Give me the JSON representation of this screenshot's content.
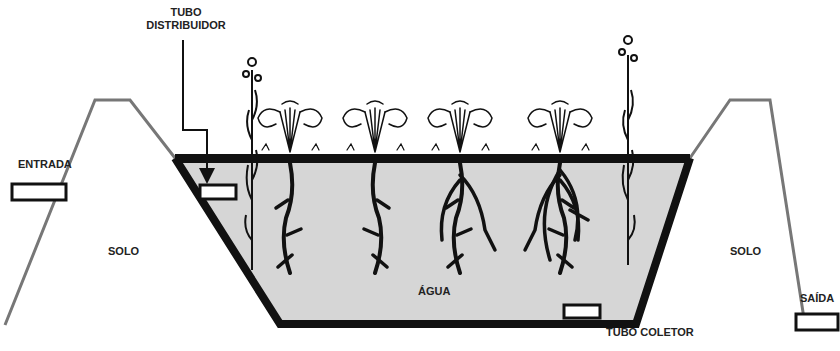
{
  "diagram": {
    "labels": [
      "TUBO DISTRIBUIDOR",
      "ENTRADA",
      "SOLO",
      "ÁGUA",
      "SOLO",
      "SAÍDA",
      "TUBO COLETOR"
    ]
  }
}
